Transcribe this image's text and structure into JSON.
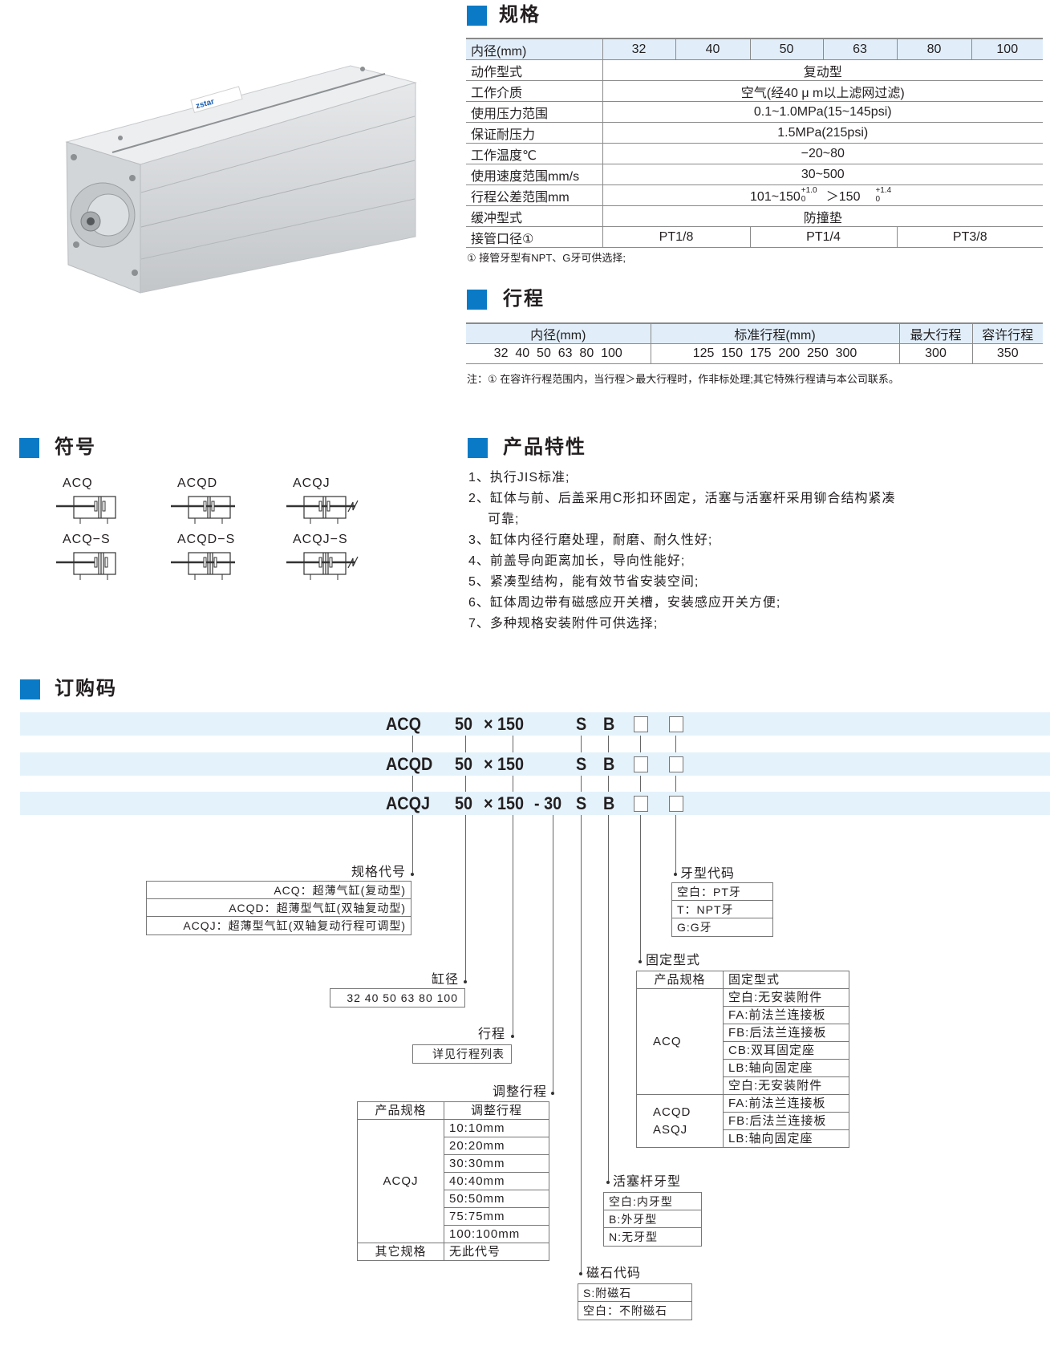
{
  "photo": {
    "logo": "zstar"
  },
  "spec": {
    "title": "规格",
    "header": {
      "label": "内径(mm)",
      "bores": [
        "32",
        "40",
        "50",
        "63",
        "80",
        "100"
      ]
    },
    "rows": [
      {
        "label": "动作型式",
        "value": "复动型"
      },
      {
        "label": "工作介质",
        "value": "空气(经40 μ m以上滤网过滤)"
      },
      {
        "label": "使用压力范围",
        "value": "0.1~1.0MPa(15~145psi)"
      },
      {
        "label": "保证耐压力",
        "value": "1.5MPa(215psi)"
      },
      {
        "label": "工作温度℃",
        "value": "−20~80"
      },
      {
        "label": "使用速度范围mm/s",
        "value": "30~500"
      }
    ],
    "tolerance": {
      "label": "行程公差范围mm",
      "range1": "101~150",
      "upper1": "+1.0",
      "lower1": "0",
      "range2": "＞150",
      "upper2": "+1.4",
      "lower2": "0"
    },
    "cushion": {
      "label": "缓冲型式",
      "value": "防撞垫"
    },
    "port": {
      "label": "接管口径①",
      "values": [
        "PT1/8",
        "PT1/4",
        "PT3/8"
      ]
    },
    "note": "① 接管牙型有NPT、G牙可供选择;"
  },
  "stroke": {
    "title": "行程",
    "headers": [
      "内径(mm)",
      "标准行程(mm)",
      "最大行程",
      "容许行程"
    ],
    "values": [
      "32  40  50  63  80  100",
      "125  150  175  200  250  300",
      "300",
      "350"
    ],
    "note": "注：① 在容许行程范围内，当行程＞最大行程时，作非标处理;其它特殊行程请与本公司联系。"
  },
  "symbols": {
    "title": "符号",
    "items": [
      {
        "label": "ACQ",
        "double_rod": false,
        "adjust": false,
        "magnet": false
      },
      {
        "label": "ACQD",
        "double_rod": true,
        "adjust": false,
        "magnet": false
      },
      {
        "label": "ACQJ",
        "double_rod": true,
        "adjust": true,
        "magnet": false
      },
      {
        "label": "ACQ−S",
        "double_rod": false,
        "adjust": false,
        "magnet": true
      },
      {
        "label": "ACQD−S",
        "double_rod": true,
        "adjust": false,
        "magnet": true
      },
      {
        "label": "ACQJ−S",
        "double_rod": true,
        "adjust": true,
        "magnet": true
      }
    ]
  },
  "features": {
    "title": "产品特性",
    "items": [
      "1、执行JIS标准;",
      "2、缸体与前、后盖采用C形扣环固定，活塞与活塞杆采用铆合结构紧凑可靠;",
      "3、缸体内径行磨处理，耐磨、耐久性好;",
      "4、前盖导向距离加长，导向性能好;",
      "5、紧凑型结构，能有效节省安装空间;",
      "6、缸体周边带有磁感应开关槽，安装感应开关方便;",
      "7、多种规格安装附件可供选择;"
    ]
  },
  "order": {
    "title": "订购码",
    "codes": [
      {
        "series": "ACQ",
        "bore": "50",
        "x": "×",
        "stroke": "150",
        "adj": "",
        "s": "S",
        "b": "B"
      },
      {
        "series": "ACQD",
        "bore": "50",
        "x": "×",
        "stroke": "150",
        "adj": "",
        "s": "S",
        "b": "B"
      },
      {
        "series": "ACQJ",
        "bore": "50",
        "x": "×",
        "stroke": "150",
        "adj": "- 30",
        "s": "S",
        "b": "B"
      }
    ],
    "spec_code": {
      "label": "规格代号",
      "items": [
        "ACQ：超薄气缸(复动型)",
        "ACQD：超薄型气缸(双轴复动型)",
        "ACQJ：超薄型气缸(双轴复动行程可调型)"
      ]
    },
    "bore": {
      "label": "缸径",
      "value": "32 40 50 63 80 100"
    },
    "stroke": {
      "label": "行程",
      "value": "详见行程列表"
    },
    "adjust": {
      "label": "调整行程",
      "headers": [
        "产品规格",
        "调整行程"
      ],
      "model": "ACQJ",
      "values": [
        "10:10mm",
        "20:20mm",
        "30:30mm",
        "40:40mm",
        "50:50mm",
        "75:75mm",
        "100:100mm"
      ],
      "other_label": "其它规格",
      "other_value": "无此代号"
    },
    "magnet": {
      "label": "磁石代码",
      "items": [
        "S:附磁石",
        "空白：不附磁石"
      ]
    },
    "rod": {
      "label": "活塞杆牙型",
      "items": [
        "空白:内牙型",
        "B:外牙型",
        "N:无牙型"
      ]
    },
    "mount": {
      "label": "固定型式",
      "headers": [
        "产品规格",
        "固定型式"
      ],
      "groups": [
        {
          "model": "ACQ",
          "items": [
            "空白:无安装附件",
            "FA:前法兰连接板",
            "FB:后法兰连接板",
            "CB:双耳固定座",
            "LB:轴向固定座",
            "空白:无安装附件"
          ]
        },
        {
          "model": "ACQD\nASQJ",
          "items": [
            "FA:前法兰连接板",
            "FB:后法兰连接板",
            "LB:轴向固定座"
          ]
        }
      ]
    },
    "thread": {
      "label": "牙型代码",
      "items": [
        "空白：PT牙",
        "T：NPT牙",
        "G:G牙"
      ]
    }
  }
}
